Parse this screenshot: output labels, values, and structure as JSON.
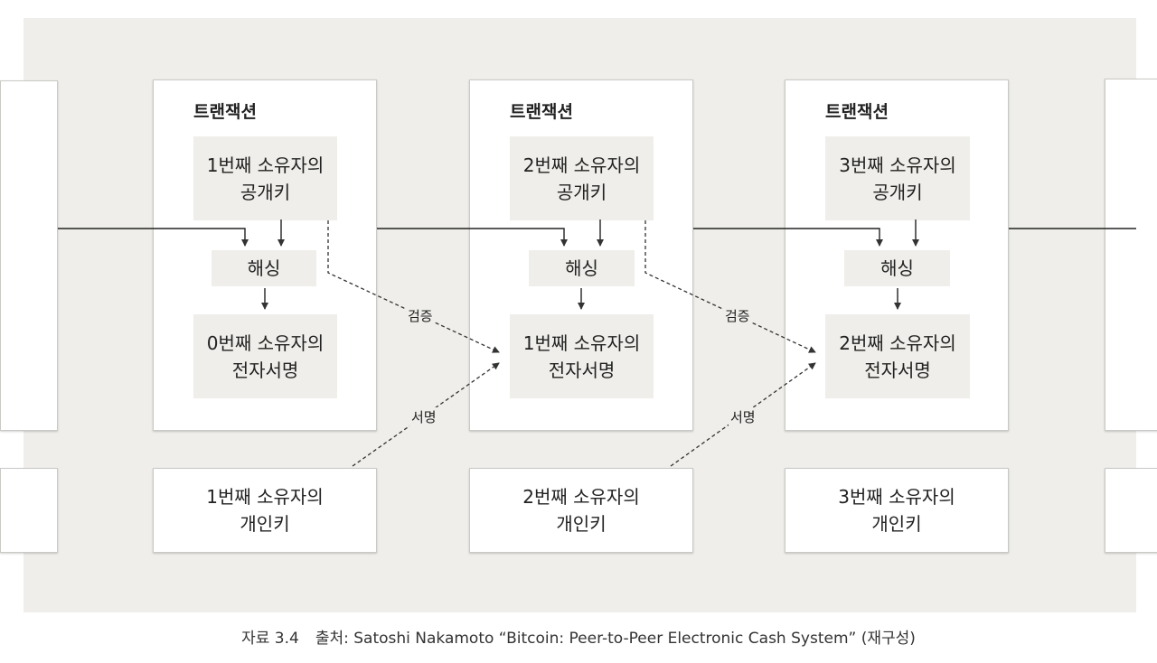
{
  "blocks": [
    {
      "title": "트랜잭션",
      "pubkey": "1번째 소유자의\n공개키",
      "hash": "해싱",
      "signature": "0번째 소유자의\n전자서명"
    },
    {
      "title": "트랜잭션",
      "pubkey": "2번째 소유자의\n공개키",
      "hash": "해싱",
      "signature": "1번째 소유자의\n전자서명"
    },
    {
      "title": "트랜잭션",
      "pubkey": "3번째 소유자의\n공개키",
      "hash": "해싱",
      "signature": "2번째 소유자의\n전자서명"
    }
  ],
  "private_keys": [
    "1번째 소유자의\n개인키",
    "2번째 소유자의\n개인키",
    "3번째 소유자의\n개인키"
  ],
  "labels": {
    "verify": "검증",
    "sign": "서명"
  },
  "caption": {
    "number": "자료 3.4",
    "text": "출처: Satoshi Nakamoto “Bitcoin: Peer-to-Peer Electronic Cash System” (재구성)"
  }
}
